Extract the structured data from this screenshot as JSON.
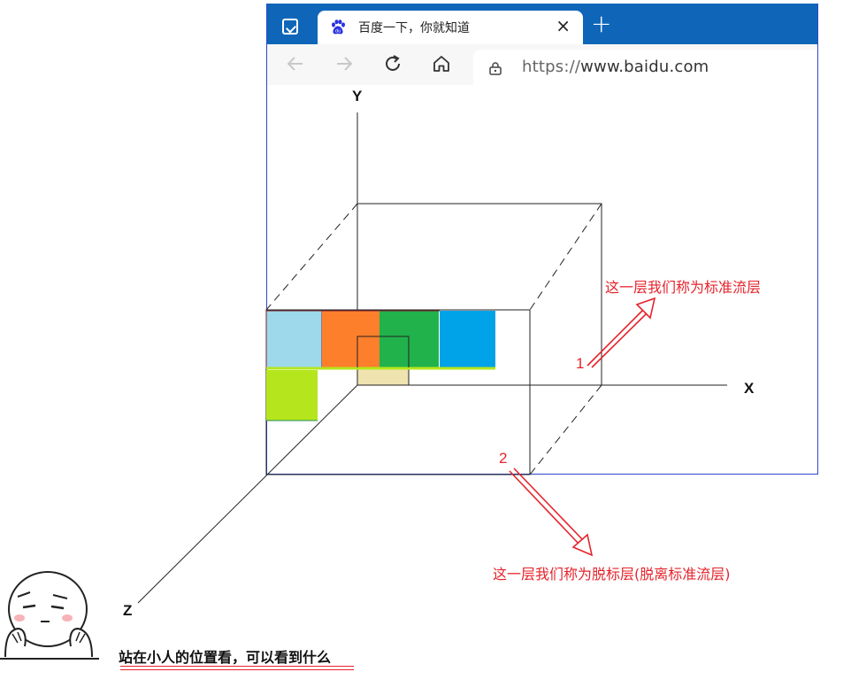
{
  "browser": {
    "tab_title": "百度一下，你就知道",
    "tab_close": "×",
    "new_tab": "+",
    "url_scheme": "https://",
    "url_host": "www.baidu.com",
    "nav_back_icon": "back-arrow-icon",
    "nav_forward_icon": "forward-arrow-icon",
    "refresh_icon": "refresh-icon",
    "home_icon": "home-icon",
    "tab_bar_color": "#0f66b9"
  },
  "axes": {
    "x": "X",
    "y": "Y",
    "z": "Z"
  },
  "annotations": {
    "layer1_number": "1",
    "layer1_text": "这一层我们称为标准流层",
    "layer2_number": "2",
    "layer2_text": "这一层我们称为脱标层(脱离标准流层)"
  },
  "question": "站在小人的位置看，可以看到什么",
  "colors": {
    "light_blue": "#9dd9ea",
    "orange": "#fd7f2c",
    "green": "#21b24b",
    "blue": "#00a2e8",
    "lime": "#b5e61d",
    "beige": "#efe4b0",
    "annotation_red": "#e5242c"
  }
}
